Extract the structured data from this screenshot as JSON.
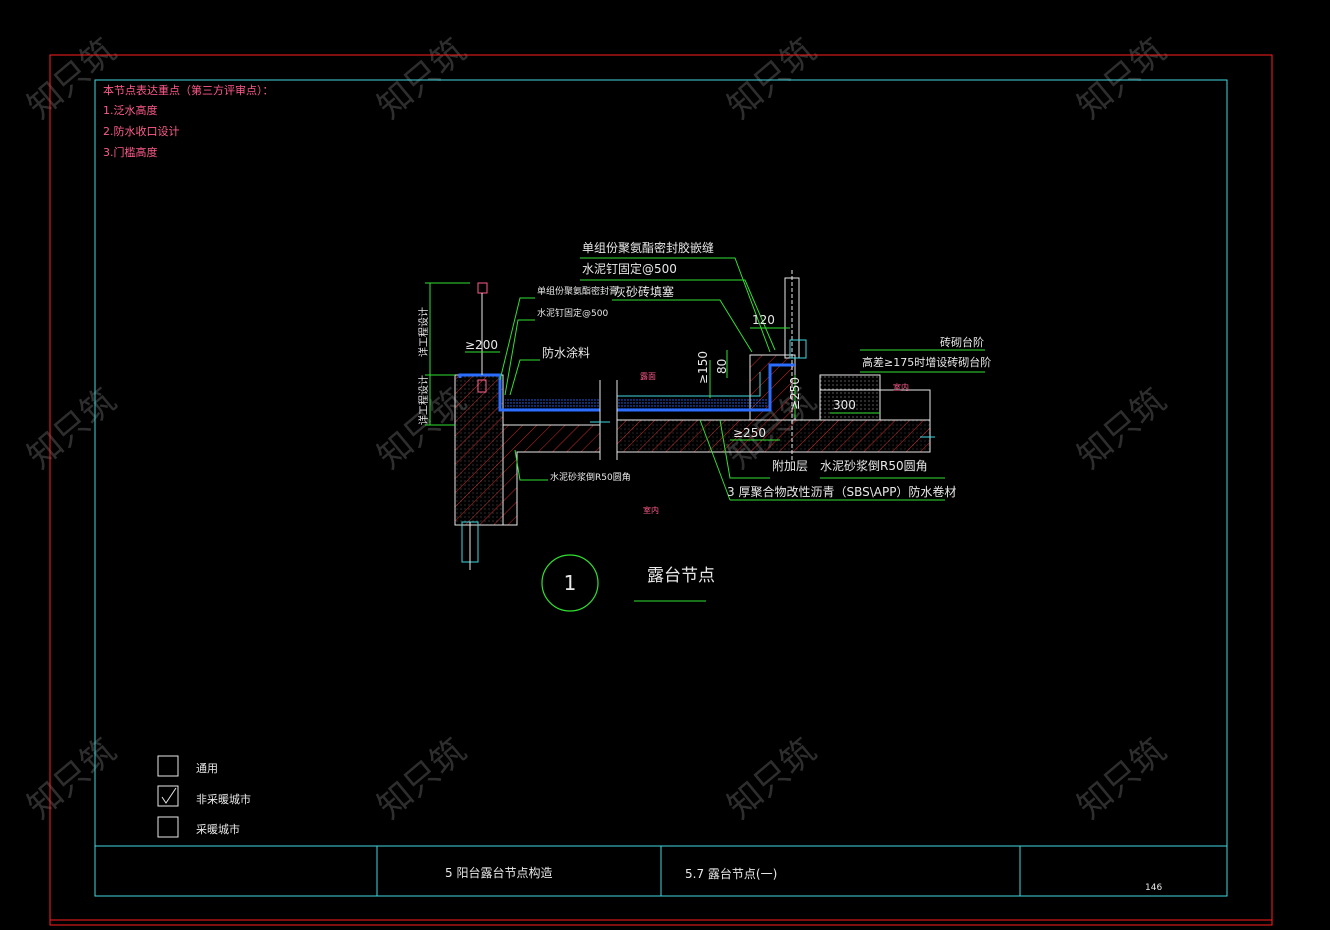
{
  "notes": {
    "heading": "本节点表达重点（第三方评审点）：",
    "items": [
      "1.泛水高度",
      "2.防水收口设计",
      "3.门槛高度"
    ]
  },
  "labels": {
    "l1": "单组份聚氨酯密封胶嵌缝",
    "l2": "水泥钉固定@500",
    "l3": "单组份聚氨酯密封膏",
    "l4": "水泥钉固定@500",
    "l5": "灰砂砖填塞",
    "l6": "防水涂料",
    "l7": "砖砌台阶",
    "l8": "高差≥175时增设砖砌台阶",
    "l9": "附加层",
    "l10": "水泥砂浆倒R50圆角",
    "l11": "3 厚聚合物改性沥青（SBS\\APP）防水卷材",
    "l12": "水泥砂浆倒R50圆角",
    "l13": "详工程设计",
    "l14": "详工程设计",
    "l15": "室内",
    "l16": "室内",
    "l17": "露面"
  },
  "dims": {
    "d200": "≥200",
    "d120": "120",
    "d80": "80",
    "d150": "≥150",
    "d250v": "≥250",
    "d300": "300",
    "d250h": "≥250"
  },
  "detail": {
    "number": "1",
    "title": "露台节点"
  },
  "legend": {
    "items": [
      {
        "label": "通用",
        "checked": false
      },
      {
        "label": "非采暖城市",
        "checked": true
      },
      {
        "label": "采暖城市",
        "checked": false
      }
    ]
  },
  "titleblock": {
    "section": "5  阳台露台节点构造",
    "subsection": "5.7  露台节点(一)",
    "page": "146"
  },
  "watermark": "知只筑",
  "colors": {
    "frame_red": "#ff2020",
    "frame_cyan": "#40d8e0",
    "text_pink": "#ff5a8c",
    "line_green": "#30e030",
    "text_white": "#e8e8e8",
    "membrane_blue": "#2a6dff"
  }
}
